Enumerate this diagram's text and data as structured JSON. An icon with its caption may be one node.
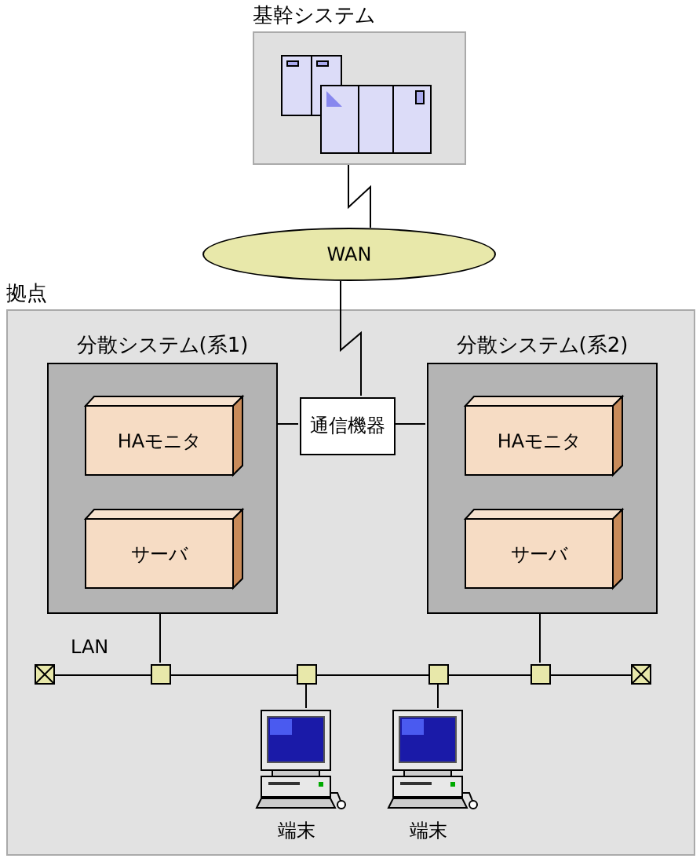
{
  "diagram": {
    "nodes": [
      {
        "text": [
          "基幹システム"
        ]
      },
      {
        "text": [
          "WAN"
        ]
      },
      {
        "text": [
          "拠点"
        ]
      },
      {
        "text": [
          "分散システム(系1)"
        ],
        "in": 2
      },
      {
        "text": [
          "HAモニタ"
        ],
        "in": 3
      },
      {
        "text": [
          "サーバ"
        ],
        "in": 3
      },
      {
        "text": [
          "通信機器"
        ],
        "in": 2
      },
      {
        "text": [
          "分散システム(系2)"
        ],
        "in": 2
      },
      {
        "text": [
          "HAモニタ"
        ],
        "in": 7
      },
      {
        "text": [
          "サーバ"
        ],
        "in": 7
      },
      {
        "text": [
          "LAN"
        ],
        "in": 2
      },
      {
        "text": [
          "端末"
        ],
        "in": 2
      },
      {
        "text": [
          "端末"
        ],
        "in": 2
      }
    ],
    "edges": [
      {
        "from": 0,
        "to": 1,
        "arrow": "none"
      },
      {
        "from": 1,
        "to": 6,
        "arrow": "none"
      },
      {
        "from": 6,
        "to": 3,
        "arrow": "none"
      },
      {
        "from": 6,
        "to": 7,
        "arrow": "none"
      },
      {
        "from": 3,
        "to": 10,
        "arrow": "none"
      },
      {
        "from": 7,
        "to": 10,
        "arrow": "none"
      },
      {
        "from": 10,
        "to": 11,
        "arrow": "none"
      },
      {
        "from": 10,
        "to": 12,
        "arrow": "none"
      }
    ]
  }
}
